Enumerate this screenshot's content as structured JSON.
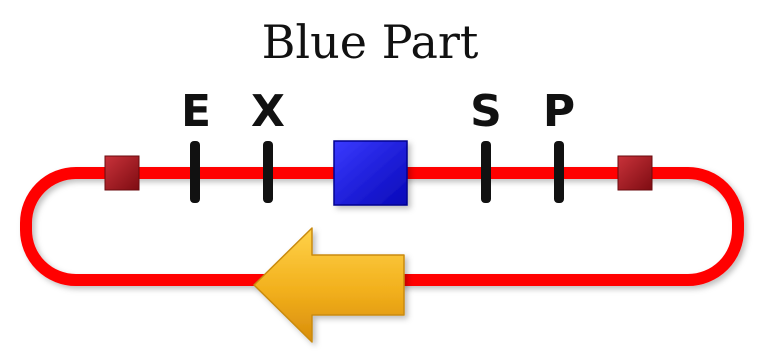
{
  "title": "Blue Part",
  "restriction_sites": [
    {
      "label": "E"
    },
    {
      "label": "X"
    },
    {
      "label": "S"
    },
    {
      "label": "P"
    }
  ],
  "colors": {
    "backbone": "#ff0000",
    "part": "#1111ee",
    "end_marker": "#a5141b",
    "arrow": "#f1b31c",
    "site_bar": "#111111"
  },
  "icons": {
    "part": "blue-square-icon",
    "end_marker": "red-square-icon",
    "direction": "left-arrow-icon"
  }
}
